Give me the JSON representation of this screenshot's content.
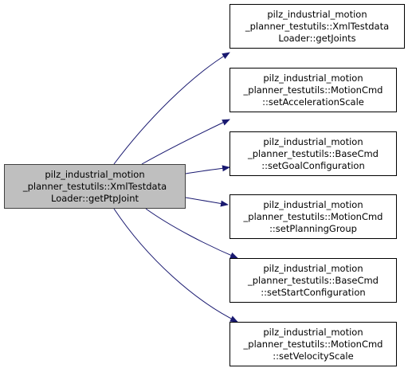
{
  "source": {
    "lines": [
      "pilz_industrial_motion",
      "_planner_testutils::XmlTestdata",
      "Loader::getPtpJoint"
    ]
  },
  "targets": [
    {
      "lines": [
        "pilz_industrial_motion",
        "_planner_testutils::XmlTestdata",
        "Loader::getJoints"
      ]
    },
    {
      "lines": [
        "pilz_industrial_motion",
        "_planner_testutils::MotionCmd",
        "::setAccelerationScale"
      ]
    },
    {
      "lines": [
        "pilz_industrial_motion",
        "_planner_testutils::BaseCmd",
        "::setGoalConfiguration"
      ]
    },
    {
      "lines": [
        "pilz_industrial_motion",
        "_planner_testutils::MotionCmd",
        "::setPlanningGroup"
      ]
    },
    {
      "lines": [
        "pilz_industrial_motion",
        "_planner_testutils::BaseCmd",
        "::setStartConfiguration"
      ]
    },
    {
      "lines": [
        "pilz_industrial_motion",
        "_planner_testutils::MotionCmd",
        "::setVelocityScale"
      ]
    }
  ],
  "colors": {
    "edge": "#191970",
    "source_fill": "#bfbfbf",
    "node_border": "#000000"
  }
}
